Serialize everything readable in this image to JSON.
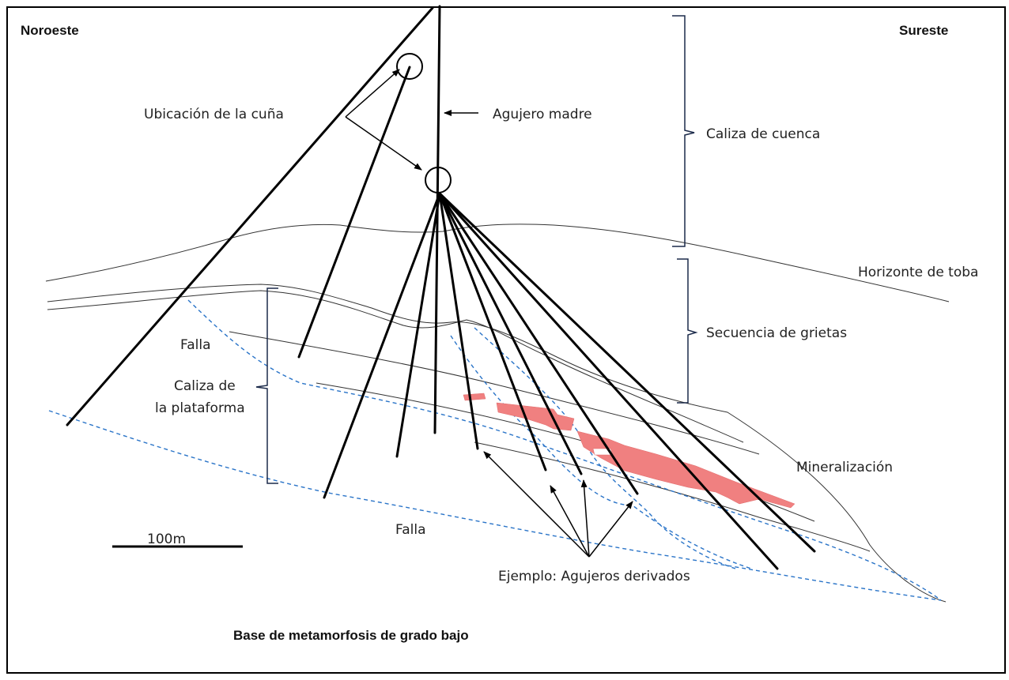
{
  "directions": {
    "left": "Noroeste",
    "right": "Sureste"
  },
  "labels": {
    "wedge_location": "Ubicación de la cuña",
    "mother_hole": "Agujero madre",
    "basin_limestone": "Caliza de cuenca",
    "tuff_horizon": "Horizonte de toba",
    "rift_sequence": "Secuencia de grietas",
    "fault_upper": "Falla",
    "platform_limestone_1": "Caliza de",
    "platform_limestone_2": "la plataforma",
    "fault_lower": "Falla",
    "mineralization": "Mineralización",
    "derived_holes": "Ejemplo: Agujeros derivados",
    "base": "Base de metamorfosis de grado bajo"
  },
  "scale_bar": {
    "label": "100m"
  },
  "colors": {
    "mineralization": "#f08080",
    "fault": "#2a74c8"
  }
}
